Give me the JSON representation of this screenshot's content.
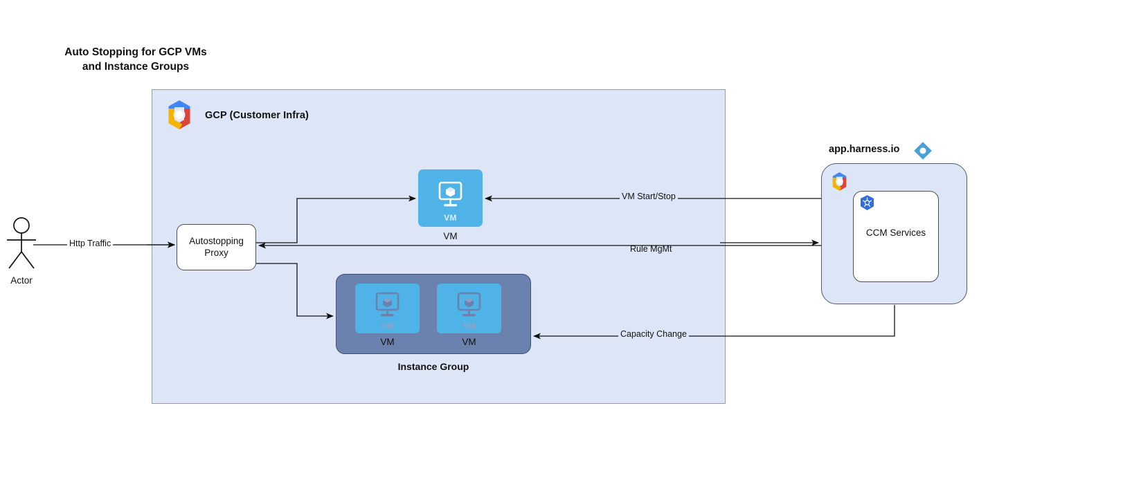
{
  "diagram": {
    "title": "Auto Stopping for GCP VMs\nand Instance Groups"
  },
  "actor": {
    "label": "Actor",
    "icon": "stick-figure-icon"
  },
  "gcp_container": {
    "label": "GCP (Customer Infra)",
    "icon": "gcp-logo-icon",
    "background_color": "#dde6f7",
    "border_color": "#8a9bbd"
  },
  "proxy": {
    "label": "Autostopping\nProxy"
  },
  "vm_node": {
    "inner_text": "VM",
    "label": "VM",
    "icon": "vm-monitor-cube-icon",
    "color": "#4fb3e8"
  },
  "instance_group": {
    "label": "Instance Group",
    "color": "#6b81ae",
    "vms": [
      {
        "inner_text": "VM",
        "label": "VM",
        "icon": "vm-monitor-cube-icon"
      },
      {
        "inner_text": "VM",
        "label": "VM",
        "icon": "vm-monitor-cube-icon"
      }
    ]
  },
  "harness": {
    "title": "app.harness.io",
    "logo_icon": "harness-diamond-logo-icon",
    "gcp_icon": "gcp-logo-icon",
    "ccm": {
      "label": "CCM Services",
      "icon": "kubernetes-logo-icon"
    },
    "accent_color": "#4a9fd8",
    "background_color": "#dde6f7"
  },
  "edges": [
    {
      "id": "http-traffic",
      "label": "Http Traffic",
      "from": "actor",
      "to": "proxy"
    },
    {
      "id": "vm-start-stop",
      "label": "VM Start/Stop",
      "from": "ccm",
      "to": "vm-node"
    },
    {
      "id": "rule-mgmt",
      "label": "Rule MgMt",
      "from": "proxy",
      "to": "ccm"
    },
    {
      "id": "capacity-change",
      "label": "Capacity Change",
      "from": "ccm",
      "to": "instance-group"
    },
    {
      "id": "proxy-to-vm",
      "label": "",
      "from": "proxy",
      "to": "vm-node"
    },
    {
      "id": "proxy-to-ig",
      "label": "",
      "from": "proxy",
      "to": "instance-group"
    }
  ],
  "colors": {
    "vm_blue": "#4fb3e8",
    "group_slate": "#6b81ae",
    "panel_blue": "#dde6f7",
    "line": "#111111"
  }
}
